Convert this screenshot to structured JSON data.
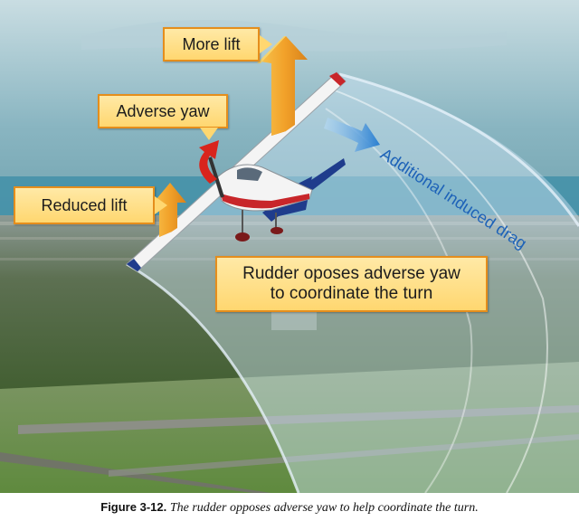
{
  "labels": {
    "more_lift": "More lift",
    "adverse_yaw": "Adverse yaw",
    "reduced_lift": "Reduced lift",
    "rudder": [
      "Rudder oposes adverse yaw",
      "to coordinate the turn"
    ],
    "additional_drag": "Additional induced drag"
  },
  "caption": {
    "figure_number": "Figure 3-12.",
    "text": "The rudder opposes adverse yaw to help coordinate the turn."
  },
  "colors": {
    "label_fill": "#ffd770",
    "label_border": "#e58e1c",
    "lift_arrow": "#f2a22a",
    "yaw_arrow": "#d8241c",
    "drag_arrow": "#2a7fd0",
    "drag_text": "#1d62b8",
    "airplane_white": "#f4f4f4",
    "airplane_blue": "#1f3c8c",
    "airplane_red": "#c8262a"
  }
}
